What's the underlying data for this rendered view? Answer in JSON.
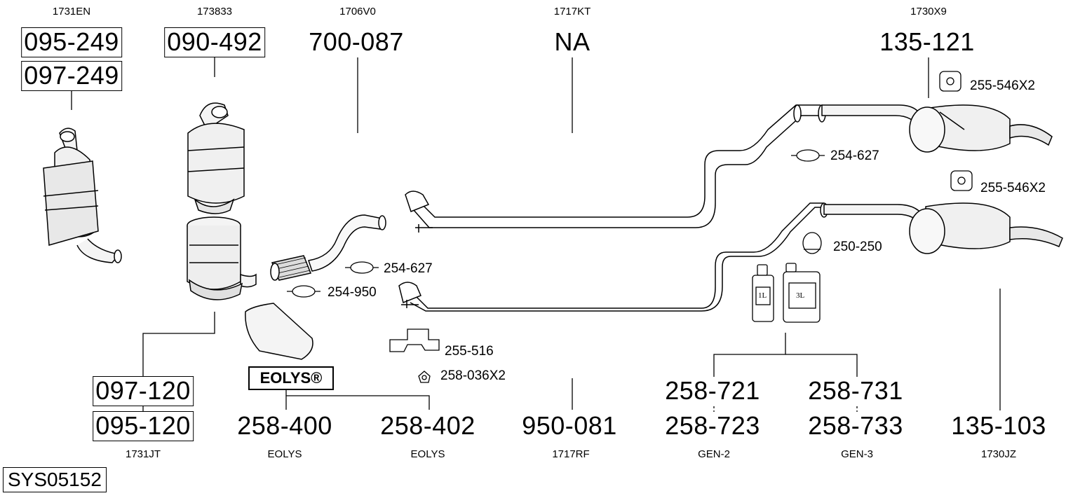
{
  "system_code": "SYS05152",
  "eolys_logo": "EOLYS®",
  "ref_codes": {
    "cat_left": "1731EN",
    "cat_mid": "173833",
    "flex": "1706V0",
    "center": "1717KT",
    "rear": "1730X9",
    "dpf": "1731JT",
    "eolys_1": "EOLYS",
    "eolys_2": "EOLYS",
    "center_bottom": "1717RF",
    "gen2": "GEN-2",
    "gen3": "GEN-3",
    "rear_bottom": "1730JZ"
  },
  "part_numbers": {
    "cat_left_a": "095-249",
    "cat_left_b": "097-249",
    "cat_mid": "090-492",
    "flex": "700-087",
    "center": "NA",
    "rear_top": "135-121",
    "dpf_a": "097-120",
    "dpf_b": "095-120",
    "eolys_a": "258-400",
    "eolys_b": "258-402",
    "center_bottom": "950-081",
    "gen2_a": "258-721",
    "gen2_b": "258-723",
    "gen3_a": "258-731",
    "gen3_b": "258-733",
    "rear_bottom": "135-103"
  },
  "small_parts": {
    "mount_top": "255-546X2",
    "clamp_top": "254-627",
    "mount_bottom": "255-546X2",
    "clamp_bottom": "250-250",
    "clamp_flex_a": "254-627",
    "clamp_flex_b": "254-950",
    "bracket": "255-516",
    "nut": "258-036X2"
  },
  "bottle_labels": {
    "small": "1L",
    "large": "3L"
  }
}
